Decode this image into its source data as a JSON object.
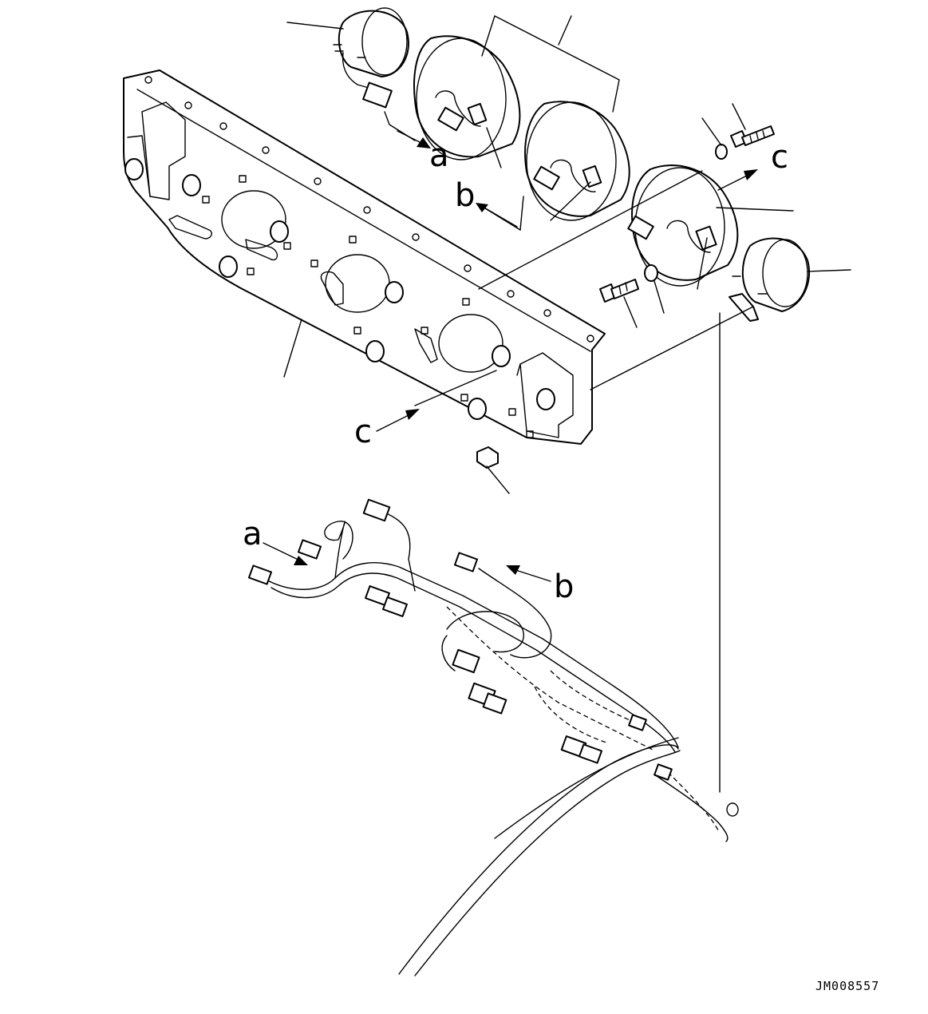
{
  "labels": {
    "a_top": "a",
    "a_harness": "a",
    "b_top": "b",
    "b_harness": "b",
    "c_right": "c",
    "c_panel": "c"
  },
  "drawing_code": "JM008557"
}
